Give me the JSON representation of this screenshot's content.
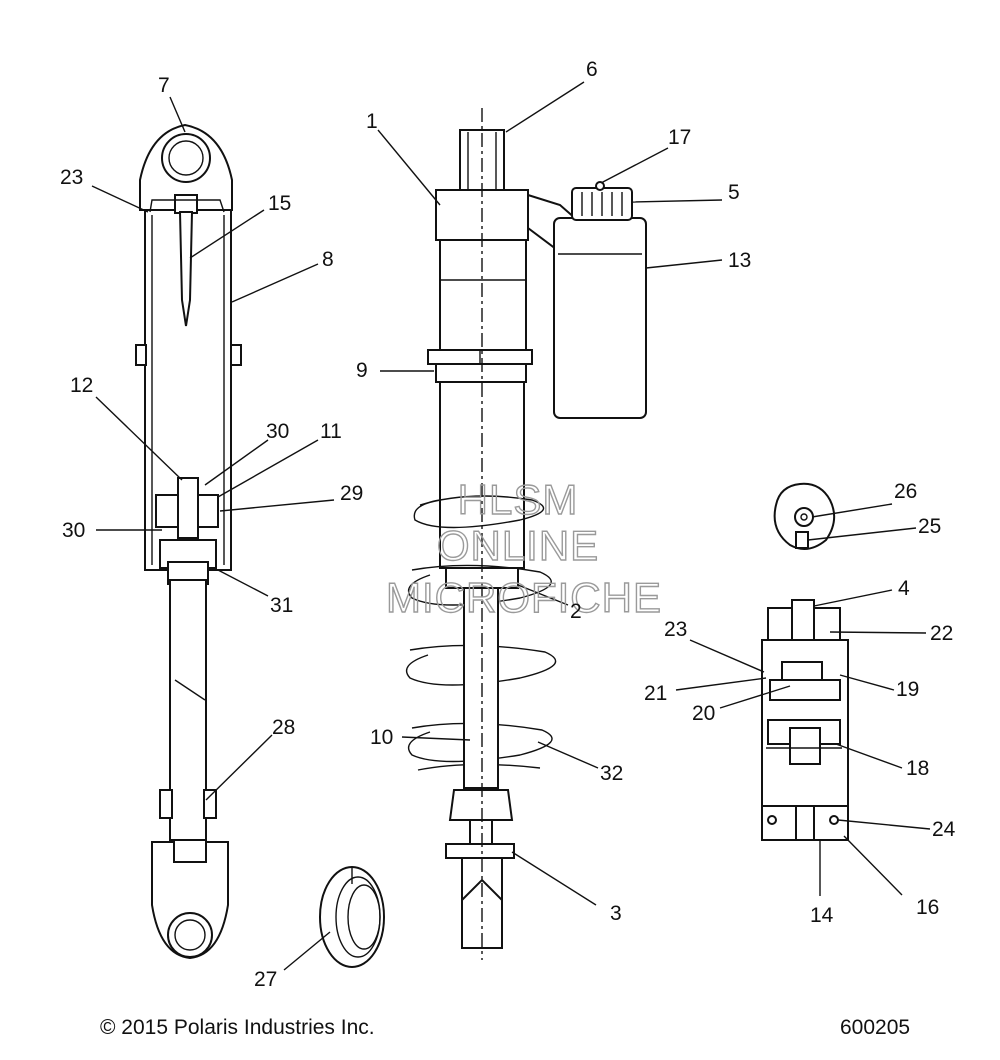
{
  "callouts": {
    "n1": "1",
    "n2": "2",
    "n3": "3",
    "n4": "4",
    "n5": "5",
    "n6": "6",
    "n7": "7",
    "n8": "8",
    "n9": "9",
    "n10": "10",
    "n11": "11",
    "n12": "12",
    "n13": "13",
    "n14": "14",
    "n15": "15",
    "n16": "16",
    "n17": "17",
    "n18": "18",
    "n19": "19",
    "n20": "20",
    "n21": "21",
    "n22": "22",
    "n23": "23",
    "n24": "24",
    "n25": "25",
    "n26": "26",
    "n27": "27",
    "n28": "28",
    "n29": "29",
    "n30": "30",
    "n31": "31",
    "n32": "32"
  },
  "watermark": {
    "line1": "HLSM",
    "line2": "ONLINE",
    "line3": "MICROFICHE"
  },
  "footer": {
    "copyright": "© 2015 Polaris Industries Inc.",
    "diagram_id": "600205"
  }
}
